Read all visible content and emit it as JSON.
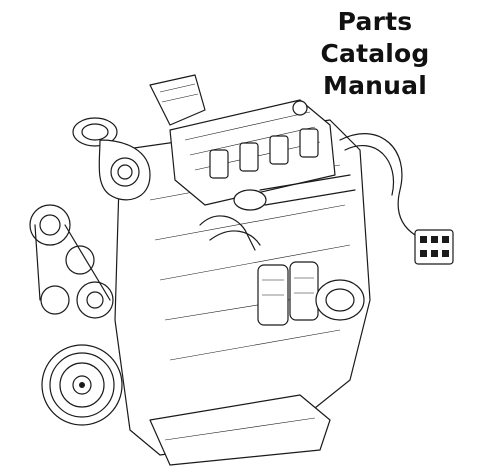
{
  "title": {
    "line1": "Parts Catalog",
    "line2": "Manual"
  },
  "illustration": {
    "icon": "engine-line-drawing"
  }
}
